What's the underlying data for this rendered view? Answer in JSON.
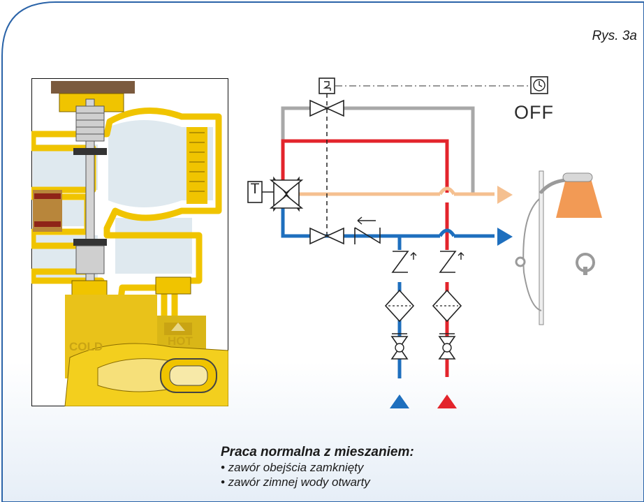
{
  "figure_label": "Rys. 3a",
  "caption": {
    "title": "Praca normalna z mieszaniem:",
    "items": [
      "• zawór obejścia zamknięty",
      "• zawór zimnej wody otwarty"
    ]
  },
  "schematic": {
    "timer_label": "OFF",
    "mixing_valve_label": "T"
  },
  "cutaway": {
    "cold_label": "COLD",
    "hot_label": "HOT"
  },
  "colors": {
    "hot": "#e3242b",
    "cold": "#1e6fbe",
    "mixed": "#f5c090",
    "bypass": "#a8a8a8",
    "brass": "#f0c400"
  }
}
